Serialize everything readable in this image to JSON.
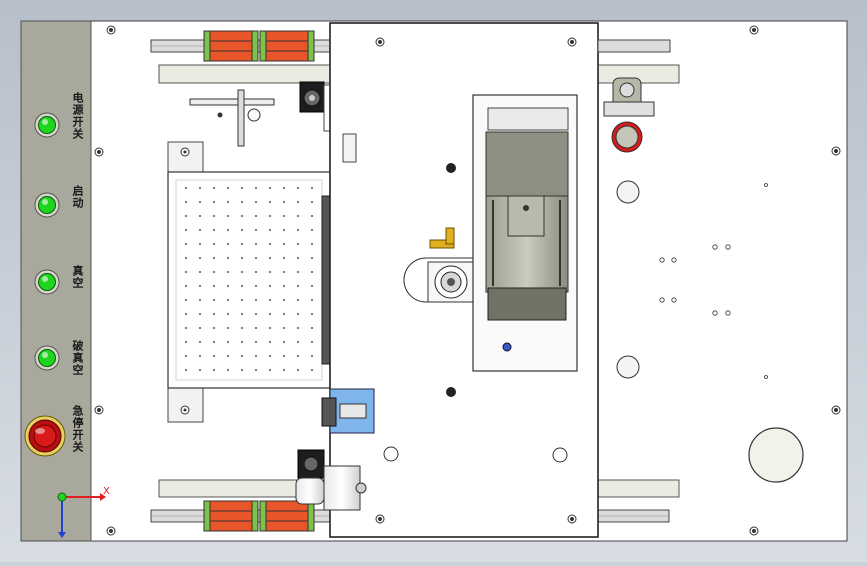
{
  "control_panel": {
    "buttons": [
      {
        "label": "电源开关",
        "color": "#1fd61f"
      },
      {
        "label": "启动",
        "color": "#1fd61f"
      },
      {
        "label": "真空",
        "color": "#1fd61f"
      },
      {
        "label": "破真空",
        "color": "#1fd61f"
      }
    ],
    "emergency_stop": {
      "label": "急停开关",
      "color": "#d81a1a"
    }
  },
  "axis_triad": {
    "x_label": "X"
  },
  "colors": {
    "background": "#c9d0da",
    "panel": "#a8a89d",
    "base_plate": "#ffffff",
    "slider_block": "#e8562a",
    "rail": "#d8d8d8",
    "fitting_blue": "#7fb5ea",
    "brass": "#e0b020"
  }
}
